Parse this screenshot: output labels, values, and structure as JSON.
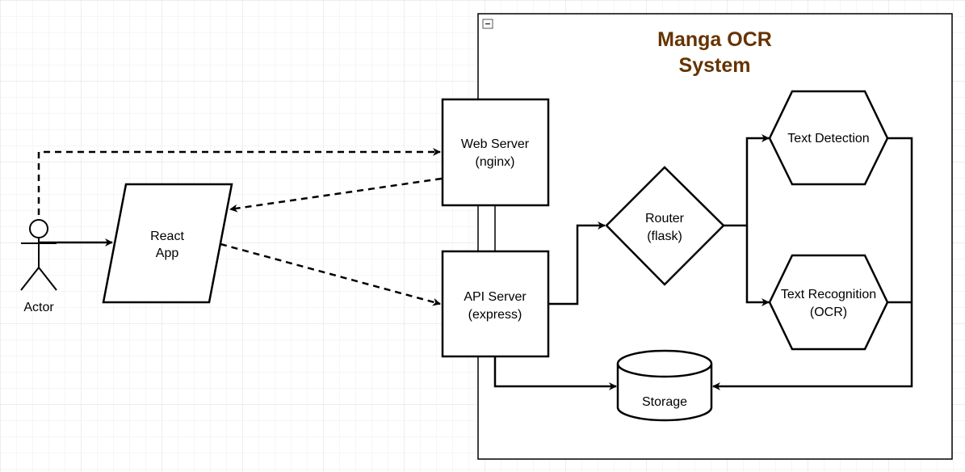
{
  "colors": {
    "title": "#663300",
    "stroke": "#000000",
    "grid_minor": "#ececec",
    "grid_major": "#dedede",
    "background": "#ffffff"
  },
  "system": {
    "title_line1": "Manga OCR",
    "title_line2": "System",
    "collapse_icon": "minus-box-icon"
  },
  "actor": {
    "label": "Actor"
  },
  "react_app": {
    "line1": "React",
    "line2": "App"
  },
  "web_server": {
    "line1": "Web Server",
    "line2": "(nginx)"
  },
  "api_server": {
    "line1": "API Server",
    "line2": "(express)"
  },
  "router": {
    "line1": "Router",
    "line2": "(flask)"
  },
  "text_detection": {
    "line1": "Text Detection"
  },
  "text_recognition": {
    "line1": "Text Recognition",
    "line2": "(OCR)"
  },
  "storage": {
    "label": "Storage"
  }
}
